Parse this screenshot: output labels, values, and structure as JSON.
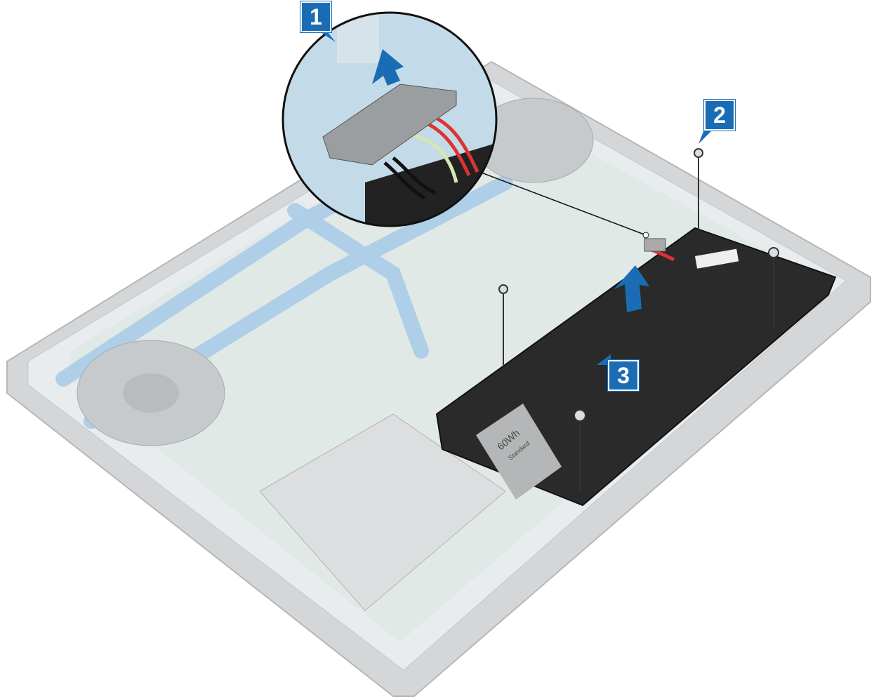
{
  "callouts": {
    "step1": "1",
    "step2": "2",
    "step3": "3"
  },
  "battery": {
    "capacity": "60Wh",
    "type": "Standard"
  },
  "colors": {
    "callout": "#1a6db5",
    "heat_pipe": "#a9cde8",
    "battery": "#2a2a2a",
    "chassis": "#cfd2d4"
  }
}
